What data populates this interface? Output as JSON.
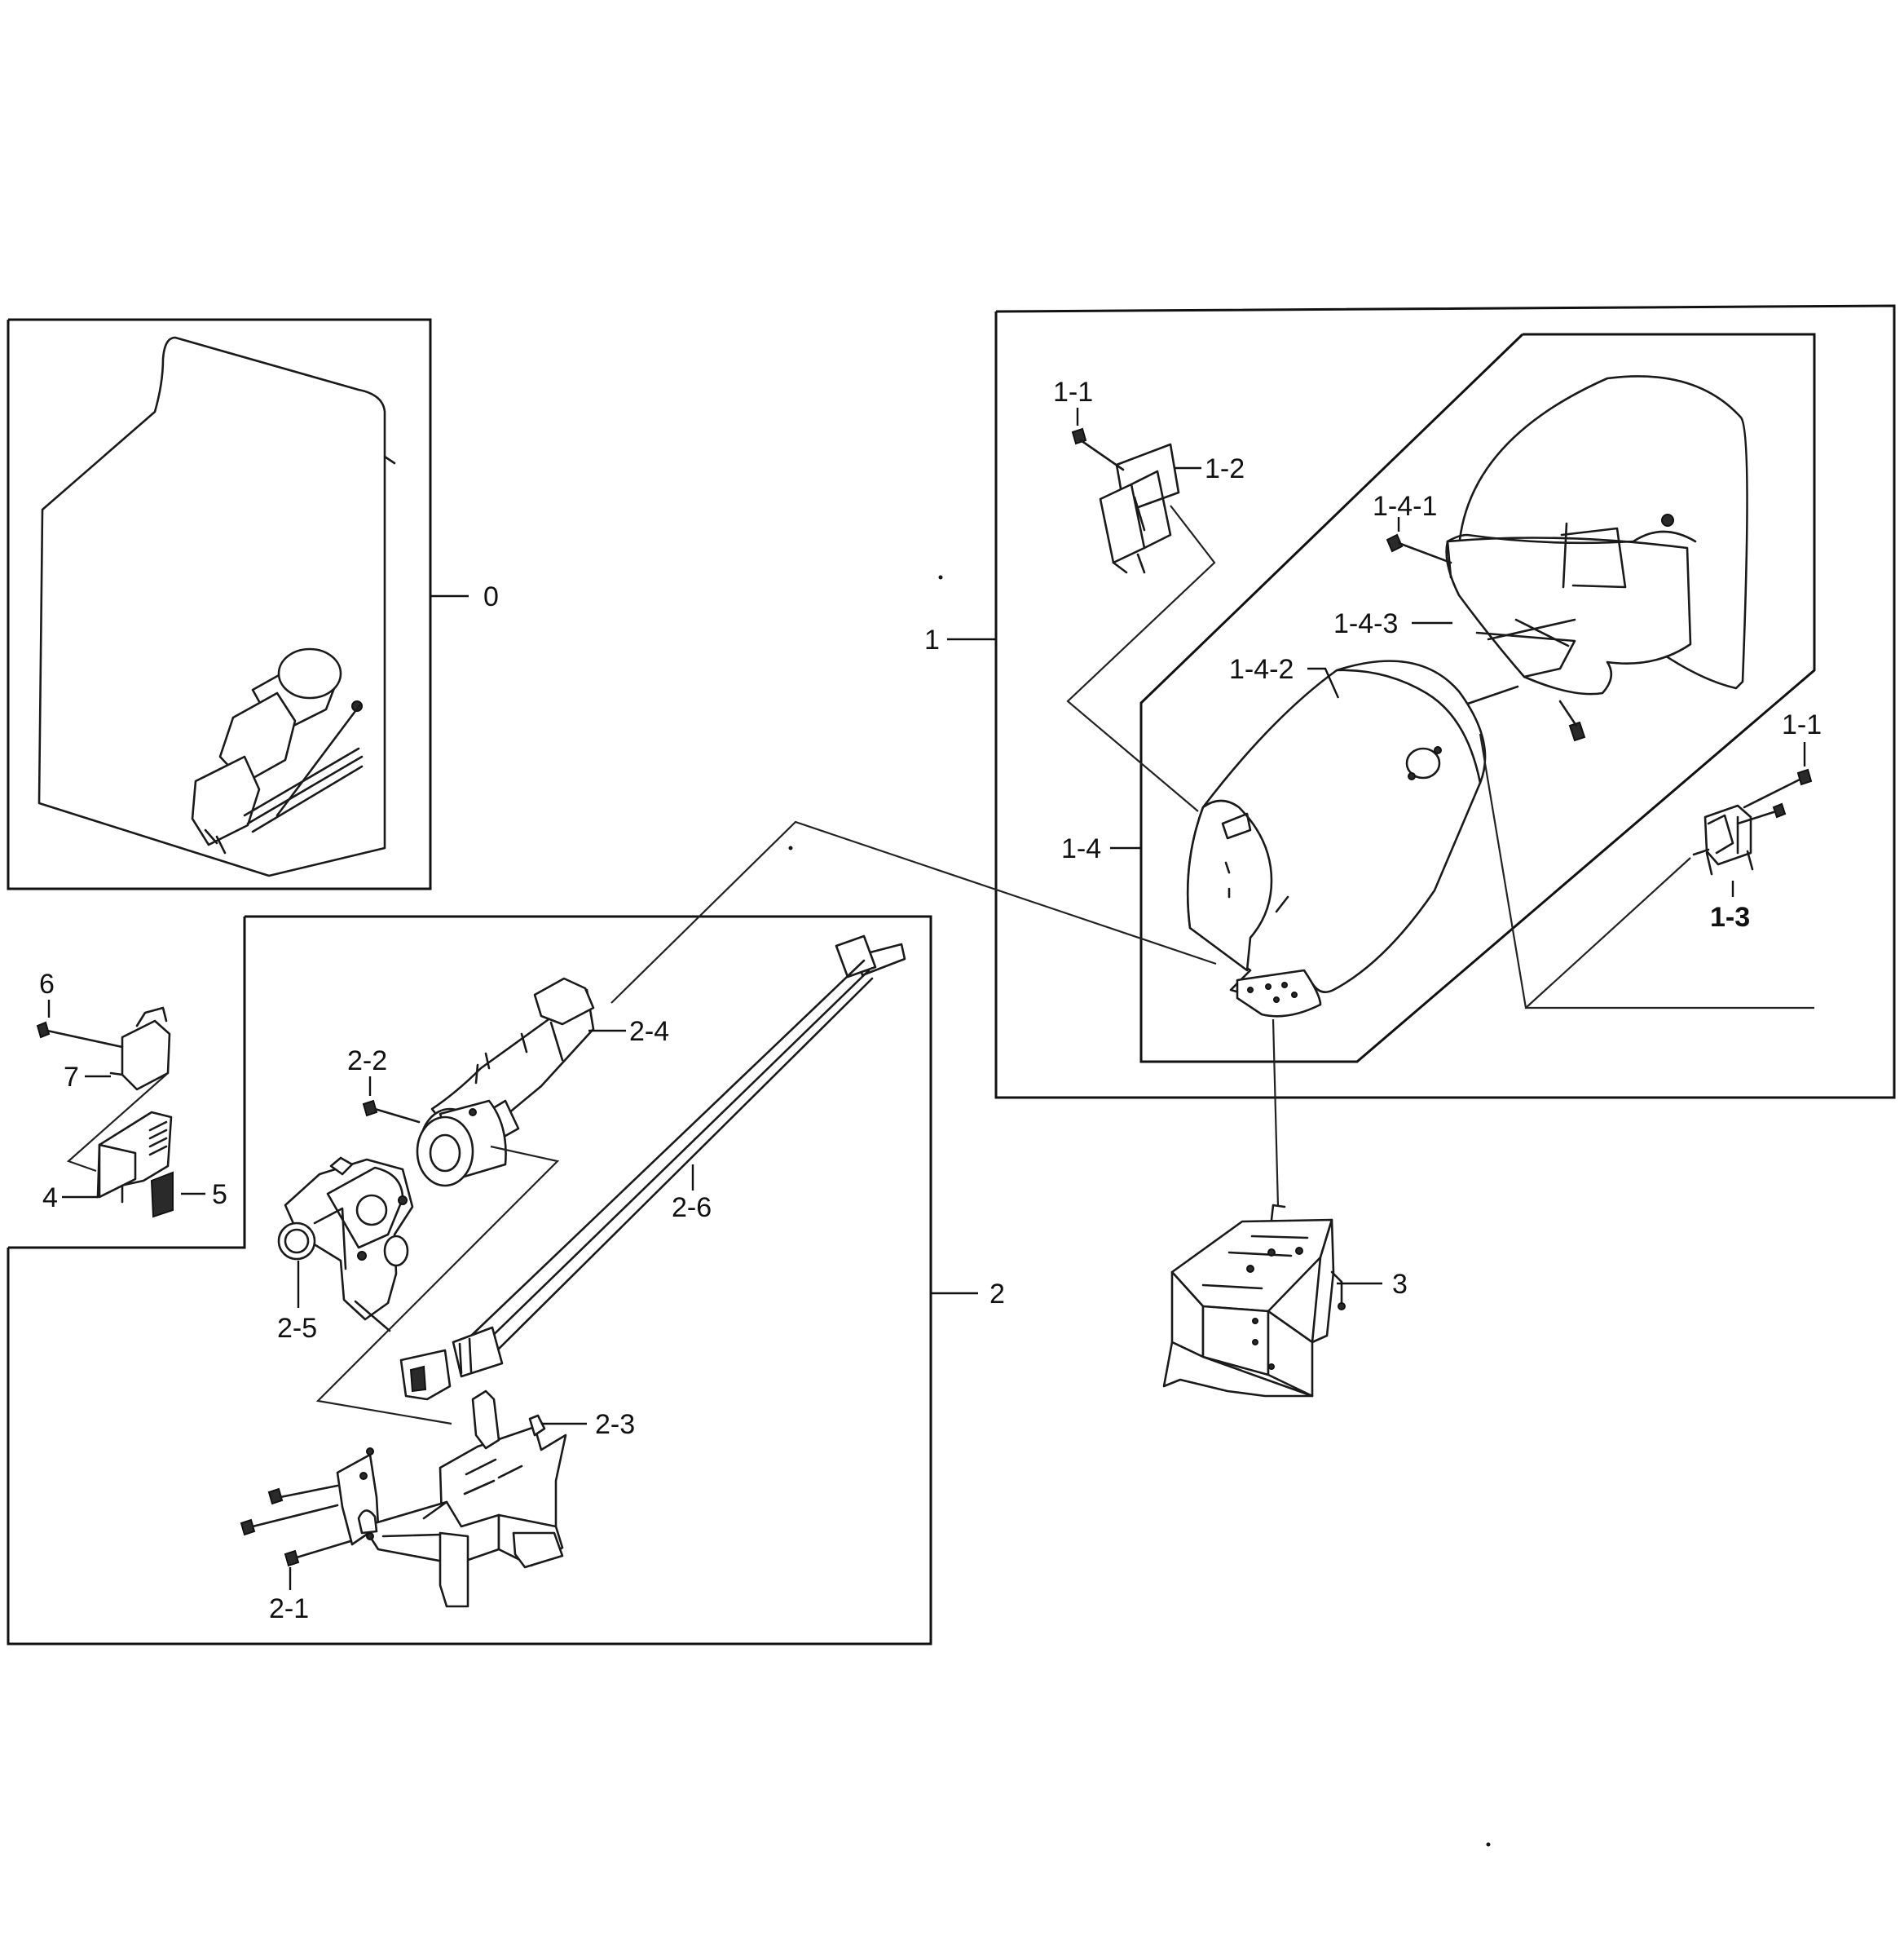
{
  "callouts": {
    "c0": "0",
    "c1": "1",
    "c1_1_top": "1-1",
    "c1_2": "1-2",
    "c1_4_1": "1-4-1",
    "c1_4_3": "1-4-3",
    "c1_4_2": "1-4-2",
    "c1_4": "1-4",
    "c1_1_right": "1-1",
    "c1_3": "1-3",
    "c2": "2",
    "c2_2": "2-2",
    "c2_4": "2-4",
    "c2_6": "2-6",
    "c2_5": "2-5",
    "c2_3": "2-3",
    "c2_1": "2-1",
    "c3": "3",
    "c4": "4",
    "c5": "5",
    "c6": "6",
    "c7": "7"
  }
}
